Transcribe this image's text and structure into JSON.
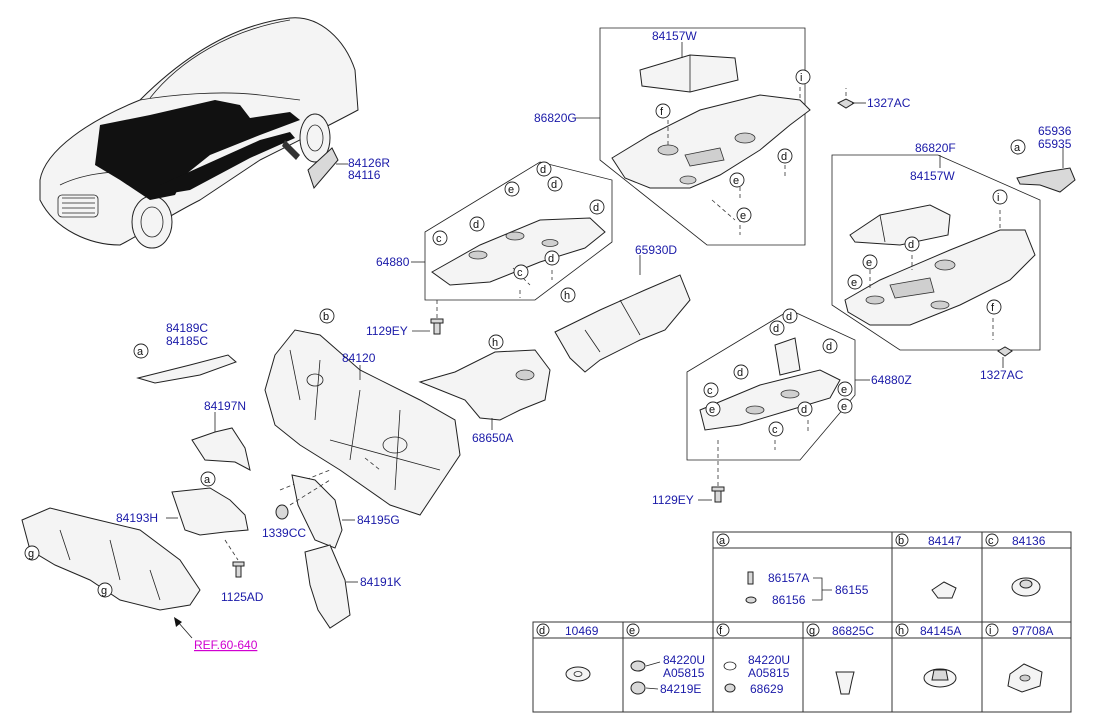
{
  "labels": {
    "p84126R": "84126R",
    "p84116": "84116",
    "p84157W_top": "84157W",
    "p86820G": "86820G",
    "p1327AC_top": "1327AC",
    "p65936": "65936",
    "p65935": "65935",
    "p86820F": "86820F",
    "p84157W_right": "84157W",
    "p64880": "64880",
    "p65930D": "65930D",
    "p1129EY_mid": "1129EY",
    "p84189C": "84189C",
    "p84185C": "84185C",
    "p84120": "84120",
    "p68650A": "68650A",
    "p64880Z": "64880Z",
    "p1327AC_right": "1327AC",
    "p84197N": "84197N",
    "p84193H": "84193H",
    "p1339CC": "1339CC",
    "p84195G": "84195G",
    "p84191K": "84191K",
    "p1125AD": "1125AD",
    "p1129EY_bot": "1129EY",
    "ref": "REF.60-640"
  },
  "letters": {
    "a": "a",
    "b": "b",
    "c": "c",
    "d": "d",
    "e": "e",
    "f": "f",
    "g": "g",
    "h": "h",
    "i": "i"
  },
  "legend": {
    "a": {
      "letter": "a",
      "items": [
        "86157A",
        "86156"
      ],
      "part": "86155"
    },
    "b": {
      "letter": "b",
      "part": "84147"
    },
    "c": {
      "letter": "c",
      "part": "84136"
    },
    "d": {
      "letter": "d",
      "part": "10469"
    },
    "e": {
      "letter": "e",
      "items": [
        "84220U",
        "A05815",
        "84219E"
      ]
    },
    "f": {
      "letter": "f",
      "items": [
        "84220U",
        "A05815",
        "68629"
      ]
    },
    "g": {
      "letter": "g",
      "part": "86825C"
    },
    "h": {
      "letter": "h",
      "part": "84145A"
    },
    "i": {
      "letter": "i",
      "part": "97708A"
    }
  }
}
